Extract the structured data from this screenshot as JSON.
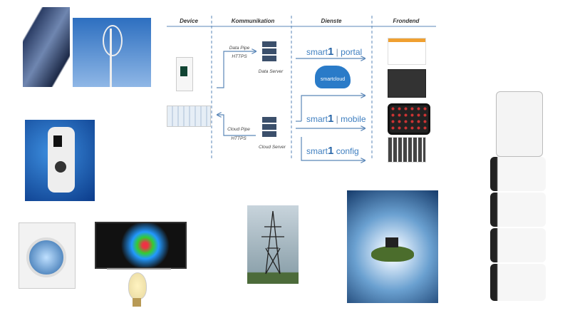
{
  "diagram": {
    "headers": [
      "Device",
      "Kommunikation",
      "Dienste",
      "Frondend"
    ],
    "data_pipe": {
      "label": "Data Pipe",
      "protocol": "HTTPS",
      "server": "Data Server"
    },
    "cloud_pipe": {
      "label": "Cloud Pipe",
      "protocol": "HTTPS",
      "server": "Cloud Server"
    },
    "services": {
      "prefix": "smart",
      "one": "1",
      "portal": "portal",
      "cloud": "smartcloud",
      "mobile": "mobile",
      "config": "config"
    }
  },
  "colors": {
    "accent": "#5b87b8",
    "brand": "#2a67a8"
  }
}
